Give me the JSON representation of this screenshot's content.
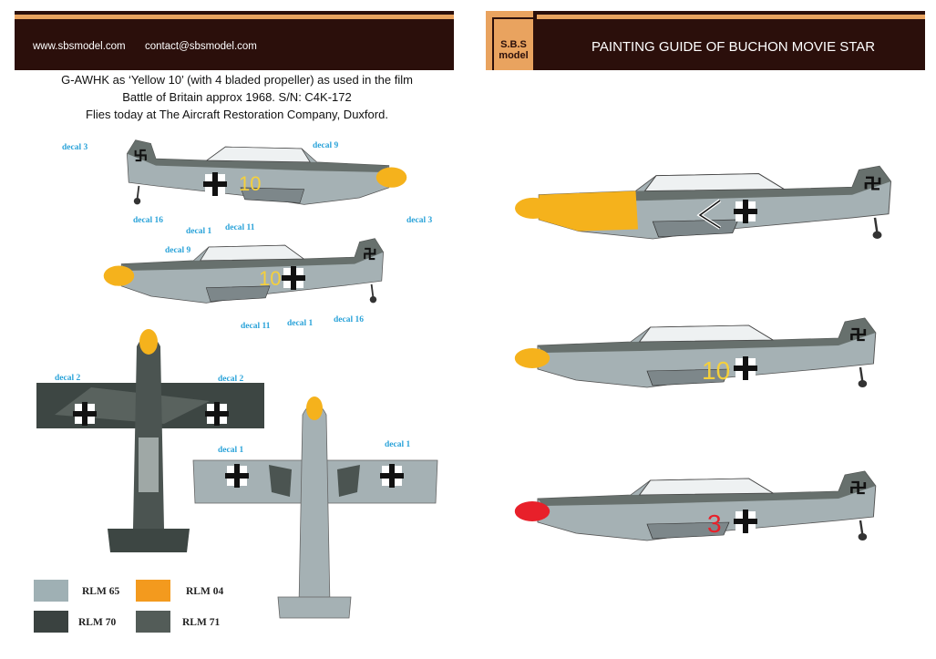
{
  "header_left": {
    "website": "www.sbsmodel.com",
    "email": "contact@sbsmodel.com"
  },
  "header_right": {
    "logo_line1": "S.B.S",
    "logo_line2": "model",
    "title": "PAINTING GUIDE OF BUCHON MOVIE STAR"
  },
  "description": [
    "G-AWHK as ‘Yellow 10’ (with 4 bladed propeller) as used in the film",
    "Battle of Britain approx 1968. S/N: C4K-172",
    "Flies today at The Aircraft Restoration Company, Duxford."
  ],
  "decals": {
    "d3a": "decal 3",
    "d9a": "decal 9",
    "d16a": "decal 16",
    "d1a": "decal 1",
    "d11a": "decal 11",
    "d9b": "decal 9",
    "d3b": "decal 3",
    "d11b": "decal 11",
    "d1b": "decal 1",
    "d16b": "decal 16",
    "d2a": "decal 2",
    "d2b": "decal 2",
    "d1c": "decal 1",
    "d1d": "decal 1"
  },
  "legend": [
    {
      "label": "RLM 65",
      "color": "#9fb0b4"
    },
    {
      "label": "RLM 04",
      "color": "#f39a1e"
    },
    {
      "label": "RLM 70",
      "color": "#3a4240"
    },
    {
      "label": "RLM 71",
      "color": "#535c58"
    }
  ],
  "colors": {
    "banner": "#2b0f0b",
    "stripe": "#e9a35f",
    "decal_text": "#2ba3d9",
    "yellow": "#f5b21c",
    "red": "#e8202a"
  }
}
